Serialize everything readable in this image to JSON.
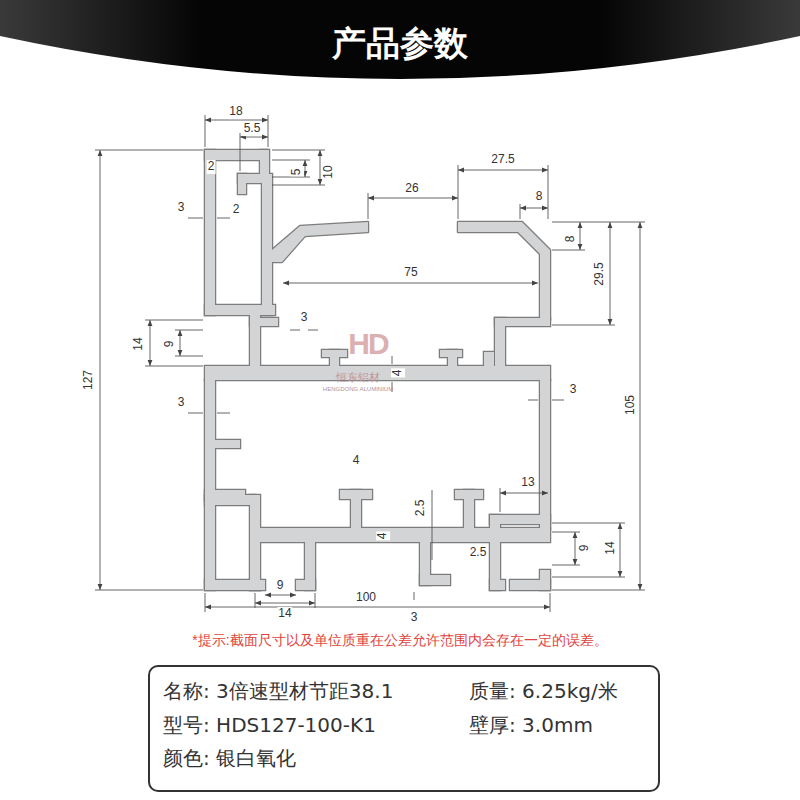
{
  "diagram": {
    "title": "产品参数",
    "nodes": [
      {
        "text": [
          "名称: 3倍速型材节距38.1",
          "质量: 6.25kg/米",
          "型号: HDS127-100-K1",
          "壁厚: 3.0mm",
          "颜色: 银白氧化"
        ]
      }
    ],
    "labels": [
      "18",
      "5.5",
      "2",
      "5",
      "10",
      "27.5",
      "26",
      "8",
      "3",
      "2",
      "8",
      "29.5",
      "75",
      "3",
      "14",
      "9",
      "HD",
      "恒东铝材",
      "HENGDONG ALUMINIUM",
      "4",
      "127",
      "105",
      "3",
      "3",
      "4",
      "13",
      "2.5",
      "4",
      "2.5",
      "9",
      "14",
      "9",
      "14",
      "100",
      "3",
      "*提示:截面尺寸以及单位质重在公差允许范围内会存在一定的误差。"
    ]
  }
}
